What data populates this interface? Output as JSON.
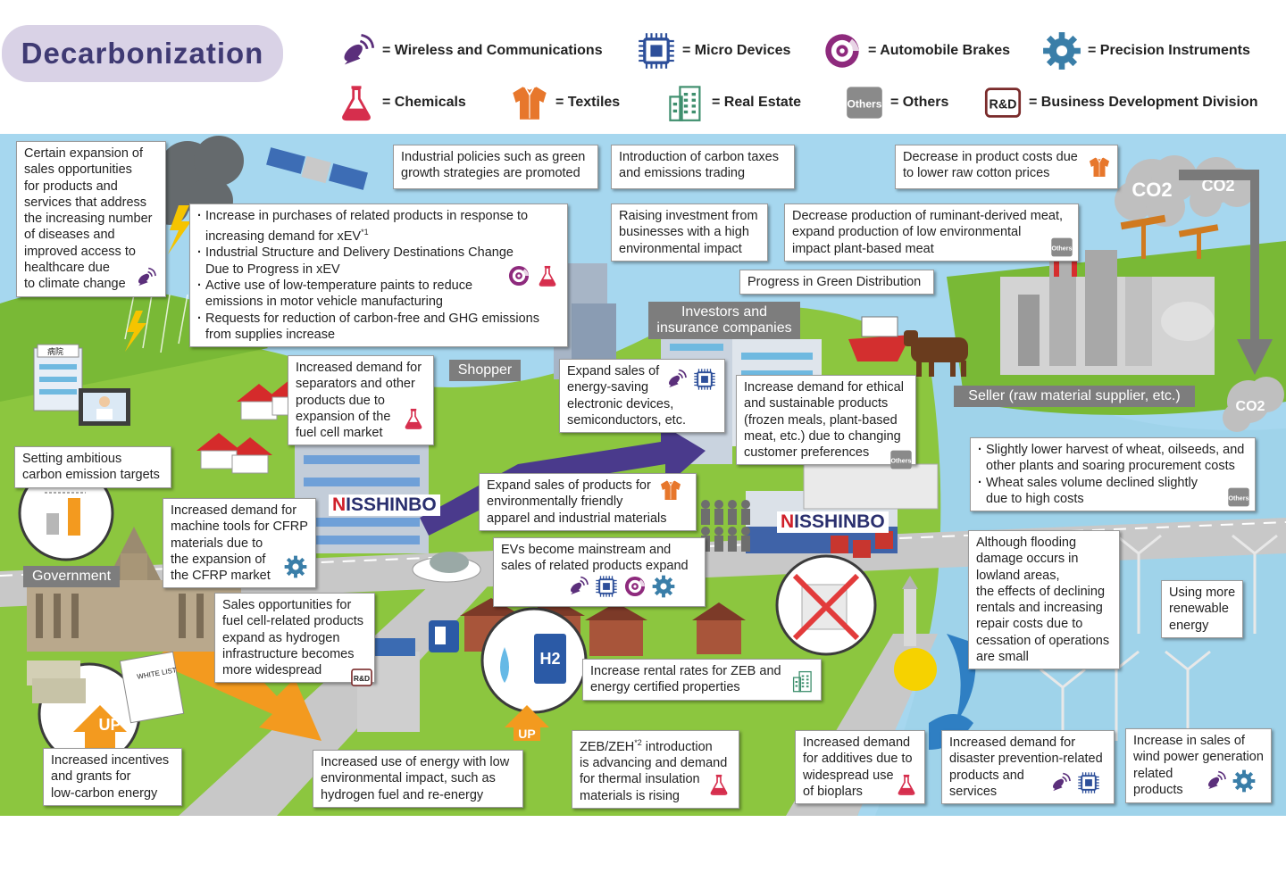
{
  "title": "Decarbonization",
  "legend": [
    {
      "icon": "wireless-icon",
      "label": "= Wireless and Communications"
    },
    {
      "icon": "micro-devices-icon",
      "label": "= Micro Devices"
    },
    {
      "icon": "brakes-icon",
      "label": "= Automobile Brakes"
    },
    {
      "icon": "precision-gear-icon",
      "label": "= Precision Instruments"
    },
    {
      "icon": "chemicals-flask-icon",
      "label": "= Chemicals"
    },
    {
      "icon": "textiles-shirt-icon",
      "label": "= Textiles"
    },
    {
      "icon": "real-estate-building-icon",
      "label": "= Real Estate"
    },
    {
      "icon": "others-icon",
      "label": "= Others"
    },
    {
      "icon": "rnd-icon",
      "label": "= Business Development Division"
    }
  ],
  "icon_badges": {
    "others": "Others",
    "rnd": "R&D",
    "h2": "H2",
    "up": "UP",
    "co2": "CO2",
    "hospital": "病院",
    "whitelist": "WHITE LIST"
  },
  "colors": {
    "title_bg": "#d9d2e6",
    "title_text": "#3f3a73",
    "wireless": "#5b2f7b",
    "micro": "#2d4f9a",
    "brakes": "#8e2a7d",
    "precision": "#3a7ea8",
    "chemicals": "#d62e4d",
    "textiles": "#e7772c",
    "real_estate": "#3f8f6e",
    "grass": "#8cc63f",
    "river": "#9fd3ea",
    "road": "#c8c8c8"
  },
  "places": {
    "shopper": "Shopper",
    "investors": [
      "Investors and",
      "insurance companies"
    ],
    "seller": "Seller (raw material supplier, etc.)",
    "government": "Government",
    "brand": "NISSHINBO"
  },
  "callouts": {
    "healthcare": [
      "Certain expansion of",
      "sales opportunities",
      "for products and",
      "services that address",
      "the increasing number",
      "of diseases and",
      "improved access to",
      "healthcare due",
      "to climate change"
    ],
    "industrial_policies": [
      "Industrial policies such as green",
      "growth strategies are promoted"
    ],
    "carbon_taxes": [
      "Introduction of carbon taxes",
      "and emissions trading"
    ],
    "cotton": [
      "Decrease in product costs due",
      "to lower raw cotton prices"
    ],
    "xev": [
      [
        "Increase in purchases of related products in response to",
        "increasing demand for xEV"
      ],
      [
        "Industrial Structure and Delivery Destinations Change",
        "Due to Progress in xEV"
      ],
      [
        "Active use of low-temperature paints to reduce",
        "emissions in motor vehicle manufacturing"
      ],
      [
        "Requests for reduction of carbon-free and GHG emissions",
        "from supplies increase"
      ]
    ],
    "xev_sup": "*1",
    "raising_investment": [
      "Raising investment from",
      "businesses with a high",
      "environmental impact"
    ],
    "ruminant": [
      "Decrease production of ruminant-derived meat,",
      "expand production of low environmental",
      "impact plant-based meat"
    ],
    "green_distribution": "Progress in Green Distribution",
    "separators": [
      "Increased demand for",
      "separators and other",
      "products due to",
      "expansion of the",
      "fuel cell market"
    ],
    "energy_saving": [
      "Expand sales of",
      "energy-saving",
      "electronic devices,",
      "semiconductors, etc."
    ],
    "ethical": [
      "Increase demand for ethical",
      "and sustainable products",
      " (frozen meals, plant-based",
      "meat, etc.) due to changing",
      "customer preferences"
    ],
    "wheat": [
      [
        "Slightly lower harvest of wheat, oilseeds, and",
        "other plants and soaring procurement costs"
      ],
      [
        "Wheat sales volume declined slightly",
        "due to high costs"
      ]
    ],
    "emission_targets": [
      "Setting ambitious",
      "carbon emission targets"
    ],
    "apparel": [
      "Expand sales of products for",
      "environmentally friendly",
      "apparel and industrial materials"
    ],
    "cfrp": [
      "Increased demand for",
      "machine tools for CFRP",
      "materials due to",
      "the expansion of",
      "the CFRP market"
    ],
    "evs": [
      "EVs become mainstream and",
      "sales of related products expand"
    ],
    "flooding": [
      "Although flooding",
      "damage occurs in",
      "lowland areas,",
      "the effects of declining",
      "rentals and increasing",
      "repair costs due to",
      "cessation of operations",
      "are small"
    ],
    "renewable": [
      "Using more",
      "renewable",
      "energy"
    ],
    "fuel_cell": [
      "Sales opportunities for",
      "fuel cell-related products",
      "expand as hydrogen",
      "infrastructure becomes",
      "more widespread"
    ],
    "zeb_rental": [
      "Increase rental rates for ZEB and",
      "energy certified properties"
    ],
    "incentives": [
      "Increased incentives",
      "and grants for",
      "low-carbon energy"
    ],
    "hydrogen": [
      "Increased use of energy with low",
      "environmental impact, such as",
      "hydrogen fuel and re-energy"
    ],
    "zeh_pre": "ZEB/ZEH",
    "zeh_sup": "*2",
    "zeh_rest": [
      " introduction",
      "is advancing and demand",
      "for thermal insulation",
      "materials is rising"
    ],
    "bioplars": [
      "Increased demand",
      "for additives due to",
      "widespread use",
      "of bioplars"
    ],
    "disaster": [
      "Increased demand for",
      "disaster prevention-related",
      "products and",
      "services"
    ],
    "wind": [
      "Increase in sales of",
      "wind power generation",
      "related",
      "products"
    ]
  }
}
